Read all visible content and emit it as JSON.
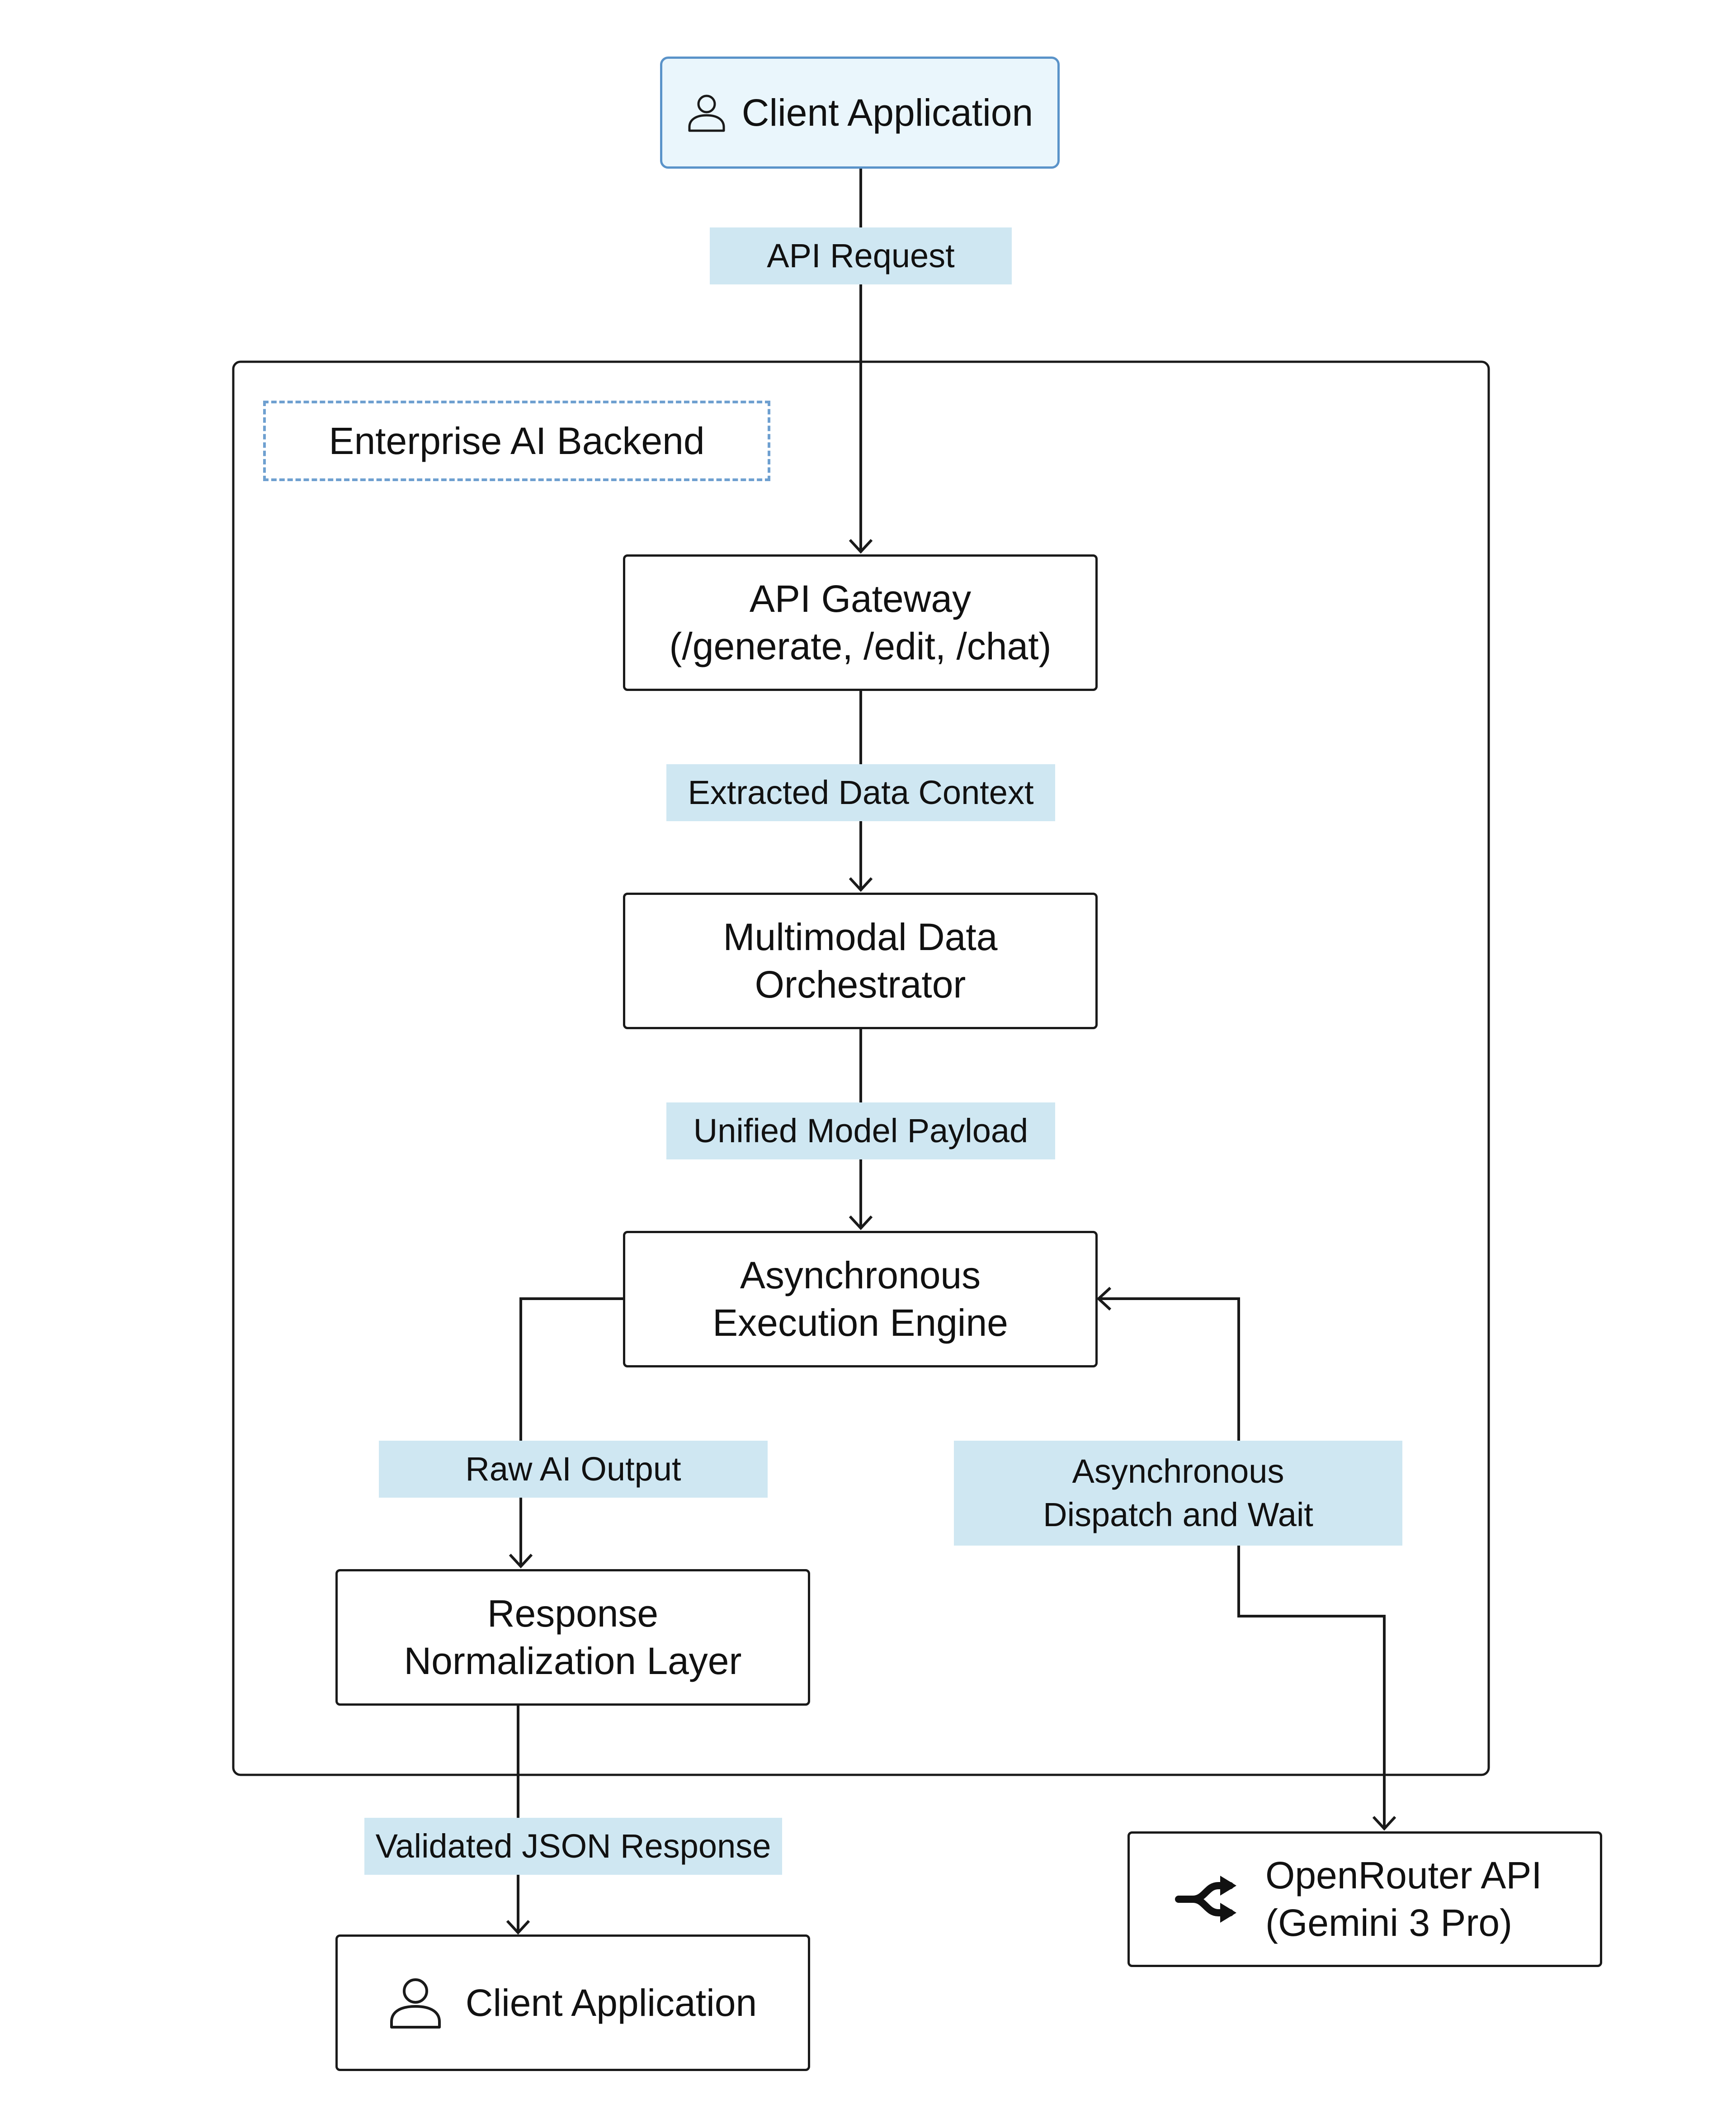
{
  "container": {
    "title": "Enterprise AI Backend"
  },
  "nodes": {
    "client_top": {
      "label": "Client Application",
      "icon": "user-icon"
    },
    "gateway": {
      "line1": "API Gateway",
      "line2": "(/generate, /edit, /chat)"
    },
    "orchestrator": {
      "line1": "Multimodal Data",
      "line2": "Orchestrator"
    },
    "engine": {
      "line1": "Asynchronous",
      "line2": "Execution Engine"
    },
    "normalizer": {
      "line1": "Response",
      "line2": "Normalization Layer"
    },
    "client_bottom": {
      "label": "Client Application",
      "icon": "user-icon"
    },
    "openrouter": {
      "line1": "OpenRouter API",
      "line2": "(Gemini 3 Pro)",
      "icon": "openrouter-logo-icon"
    }
  },
  "edges": {
    "api_request": "API Request",
    "extracted_context": "Extracted Data Context",
    "unified_payload": "Unified Model Payload",
    "raw_output": "Raw AI Output",
    "async_dispatch": {
      "line1": "Asynchronous",
      "line2": "Dispatch and Wait"
    },
    "validated_json": "Validated JSON Response"
  },
  "colors": {
    "edge_label_fill": "#cfe7f2",
    "client_fill": "#eaf6fc",
    "client_border": "#5a93c9",
    "container_title_border": "#6fa0d0",
    "line": "#1a1a1a"
  }
}
